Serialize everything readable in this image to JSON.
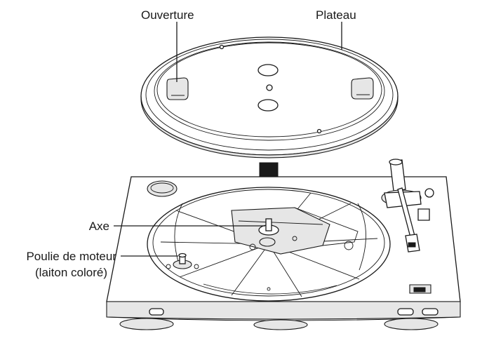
{
  "labels": {
    "opening": "Ouverture",
    "platter": "Plateau",
    "spindle": "Axe",
    "pulley_line1": "Poulie de moteur",
    "pulley_line2": "(laiton coloré)"
  }
}
